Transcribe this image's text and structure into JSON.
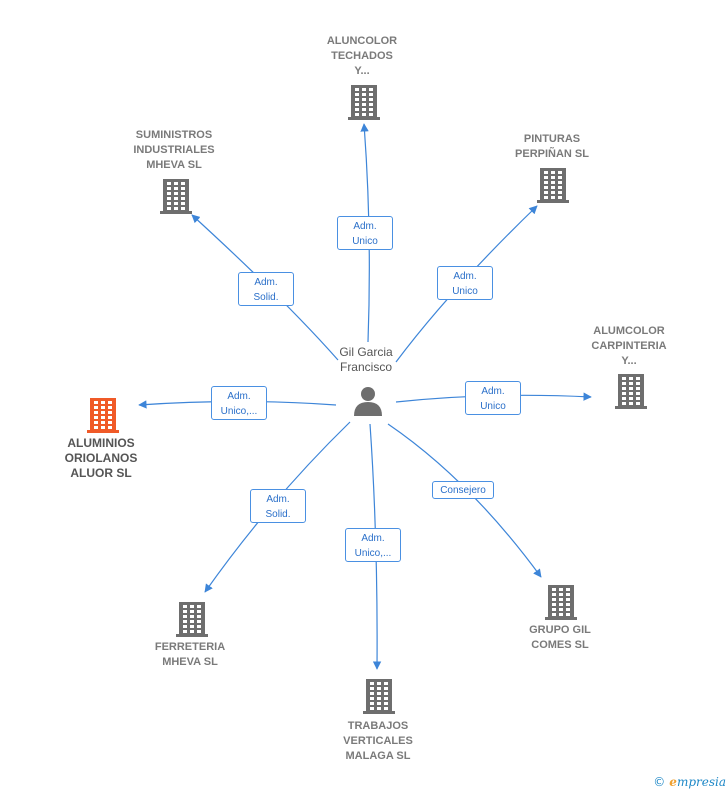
{
  "center": {
    "name": "Gil Garcia\nFrancisco",
    "icon": "person-icon"
  },
  "nodes": [
    {
      "id": "aluncolor",
      "label": "ALUNCOLOR\nTECHADOS\nY...",
      "icon": "building-icon",
      "highlight": false
    },
    {
      "id": "pinturas",
      "label": "PINTURAS\nPERPIÑAN SL",
      "icon": "building-icon",
      "highlight": false
    },
    {
      "id": "alumcolor",
      "label": "ALUMCOLOR\nCARPINTERIA\nY...",
      "icon": "building-icon",
      "highlight": false
    },
    {
      "id": "grupo",
      "label": "GRUPO GIL\nCOMES SL",
      "icon": "building-icon",
      "highlight": false
    },
    {
      "id": "trabajos",
      "label": "TRABAJOS\nVERTICALES\nMALAGA SL",
      "icon": "building-icon",
      "highlight": false
    },
    {
      "id": "ferreteria",
      "label": "FERRETERIA\nMHEVA SL",
      "icon": "building-icon",
      "highlight": false
    },
    {
      "id": "aluminios",
      "label": "ALUMINIOS\nORIOLANOS\nALUOR  SL",
      "icon": "building-icon",
      "highlight": true
    },
    {
      "id": "suministros",
      "label": "SUMINISTROS\nINDUSTRIALES\nMHEVA SL",
      "icon": "building-icon",
      "highlight": false
    }
  ],
  "edges": [
    {
      "to": "aluncolor",
      "label": "Adm.\nUnico"
    },
    {
      "to": "pinturas",
      "label": "Adm.\nUnico"
    },
    {
      "to": "alumcolor",
      "label": "Adm.\nUnico"
    },
    {
      "to": "grupo",
      "label": "Consejero"
    },
    {
      "to": "trabajos",
      "label": "Adm.\nUnico,..."
    },
    {
      "to": "ferreteria",
      "label": "Adm.\nSolid."
    },
    {
      "to": "aluminios",
      "label": "Adm.\nUnico,..."
    },
    {
      "to": "suministros",
      "label": "Adm.\nSolid."
    }
  ],
  "colors": {
    "edge": "#3d85d8",
    "building": "#6e6e6e",
    "highlight": "#f05a28",
    "person": "#6e6e6e"
  },
  "footer": {
    "copyright": "©",
    "brand_e": "e",
    "brand_rest": "mpresia"
  }
}
